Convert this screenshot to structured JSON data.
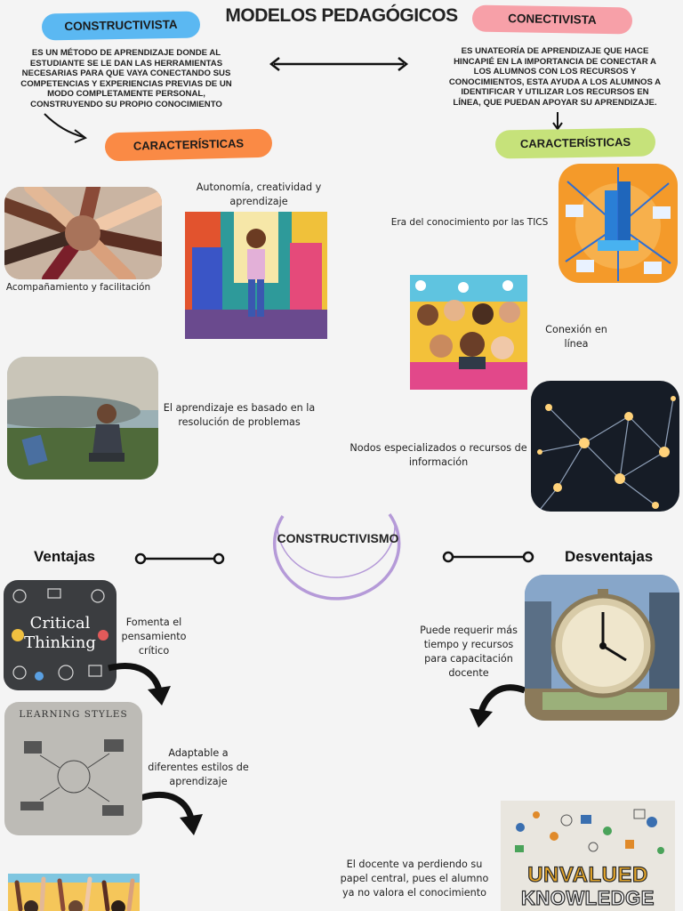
{
  "title": "MODELOS PEDAGÓGICOS",
  "left_model": {
    "name": "CONSTRUCTIVISTA",
    "description": "ES UN MÉTODO DE APRENDIZAJE DONDE AL ESTUDIANTE SE LE DAN LAS HERRAMIENTAS NECESARIAS PARA QUE VAYA CONECTANDO SUS COMPETENCIAS Y EXPERIENCIAS PREVIAS DE UN MODO COMPLETAMENTE PERSONAL, CONSTRUYENDO SU PROPIO CONOCIMIENTO",
    "features_label": "CARACTERÍSTICAS",
    "features": [
      "Acompañamiento y facilitación",
      "Autonomía, creatividad y aprendizaje",
      "El aprendizaje es basado en la resolución de problemas"
    ]
  },
  "right_model": {
    "name": "CONECTIVISTA",
    "description": "ES UNATEORÍA DE APRENDIZAJE QUE HACE HINCAPIÉ EN LA IMPORTANCIA DE CONECTAR A LOS ALUMNOS CON LOS RECURSOS Y CONOCIMIENTOS, ESTA AYUDA A LOS ALUMNOS A IDENTIFICAR Y UTILIZAR LOS RECURSOS EN LÍNEA, QUE PUEDAN APOYAR SU APRENDIZAJE.",
    "features_label": "CARACTERÍSTICAS",
    "features": [
      "Era del conocimiento por las TICS",
      "Conexión en línea",
      "Nodos especializados o recursos de información"
    ]
  },
  "center": {
    "label": "CONSTRUCTIVISMO"
  },
  "advantages": {
    "heading": "Ventajas",
    "items": [
      "Fomenta el pensamiento crítico",
      "Adaptable a diferentes estilos de aprendizaje"
    ],
    "image_texts": {
      "critical": [
        "Critical",
        "Thinking"
      ],
      "styles": "LEARNING STYLES"
    }
  },
  "disadvantages": {
    "heading": "Desventajas",
    "items": [
      "Puede requerir más tiempo y recursos para capacitación docente",
      "El docente va perdiendo su papel central, pues el alumno ya no valora el conocimiento"
    ],
    "image_texts": {
      "unvalued": [
        "UNVALUED",
        "KNOWLEDGE"
      ]
    }
  },
  "colors": {
    "background": "#f4f4f4",
    "blue_pill": "#5bb8f2",
    "pink_pill": "#f7a0a8",
    "orange_pill": "#fa8a45",
    "green_pill": "#c6e27a",
    "circle": "#b59ad8"
  }
}
